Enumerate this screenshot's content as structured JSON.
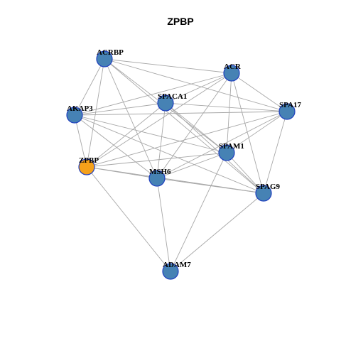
{
  "title": "ZPBP",
  "colors": {
    "node_default": "#4682b4",
    "node_focus": "#f5a11a",
    "node_border": "#1f3fbf",
    "edge": "#a8a8a8"
  },
  "nodes": [
    {
      "id": "ACRBP",
      "label": "ACRBP",
      "focus": false
    },
    {
      "id": "ACR",
      "label": "ACR",
      "focus": false
    },
    {
      "id": "SPACA1",
      "label": "SPACA1",
      "focus": false
    },
    {
      "id": "AKAP3",
      "label": "AKAP3",
      "focus": false
    },
    {
      "id": "SPA17",
      "label": "SPA17",
      "focus": false
    },
    {
      "id": "SPAM1",
      "label": "SPAM1",
      "focus": false
    },
    {
      "id": "ZPBP",
      "label": "ZPBP",
      "focus": true
    },
    {
      "id": "MSH6",
      "label": "MSH6",
      "focus": false
    },
    {
      "id": "SPAG9",
      "label": "SPAG9",
      "focus": false
    },
    {
      "id": "ADAM7",
      "label": "ADAM7",
      "focus": false
    }
  ],
  "edges": [
    [
      "ACRBP",
      "ACR"
    ],
    [
      "ACRBP",
      "AKAP3"
    ],
    [
      "ACRBP",
      "ZPBP"
    ],
    [
      "ACRBP",
      "MSH6"
    ],
    [
      "ACRBP",
      "SPAM1"
    ],
    [
      "ACRBP",
      "SPAG9"
    ],
    [
      "ACRBP",
      "SPA17"
    ],
    [
      "ACR",
      "SPACA1"
    ],
    [
      "ACR",
      "AKAP3"
    ],
    [
      "ACR",
      "SPA17"
    ],
    [
      "ACR",
      "SPAM1"
    ],
    [
      "ACR",
      "SPAG9"
    ],
    [
      "ACR",
      "MSH6"
    ],
    [
      "ACR",
      "ZPBP"
    ],
    [
      "SPACA1",
      "AKAP3"
    ],
    [
      "SPACA1",
      "SPA17"
    ],
    [
      "SPACA1",
      "SPAM1"
    ],
    [
      "SPACA1",
      "SPAG9"
    ],
    [
      "SPACA1",
      "ZPBP"
    ],
    [
      "SPACA1",
      "MSH6"
    ],
    [
      "AKAP3",
      "ZPBP"
    ],
    [
      "AKAP3",
      "MSH6"
    ],
    [
      "AKAP3",
      "SPAM1"
    ],
    [
      "AKAP3",
      "SPAG9"
    ],
    [
      "AKAP3",
      "SPA17"
    ],
    [
      "SPA17",
      "SPAM1"
    ],
    [
      "SPA17",
      "SPAG9"
    ],
    [
      "SPA17",
      "ZPBP"
    ],
    [
      "SPA17",
      "MSH6"
    ],
    [
      "SPAM1",
      "ZPBP"
    ],
    [
      "SPAM1",
      "SPAG9"
    ],
    [
      "SPAM1",
      "MSH6"
    ],
    [
      "SPAM1",
      "ADAM7"
    ],
    [
      "ZPBP",
      "MSH6"
    ],
    [
      "ZPBP",
      "ADAM7"
    ],
    [
      "ZPBP",
      "SPAG9"
    ],
    [
      "MSH6",
      "SPAG9"
    ],
    [
      "MSH6",
      "ADAM7"
    ],
    [
      "SPAG9",
      "ADAM7"
    ]
  ]
}
